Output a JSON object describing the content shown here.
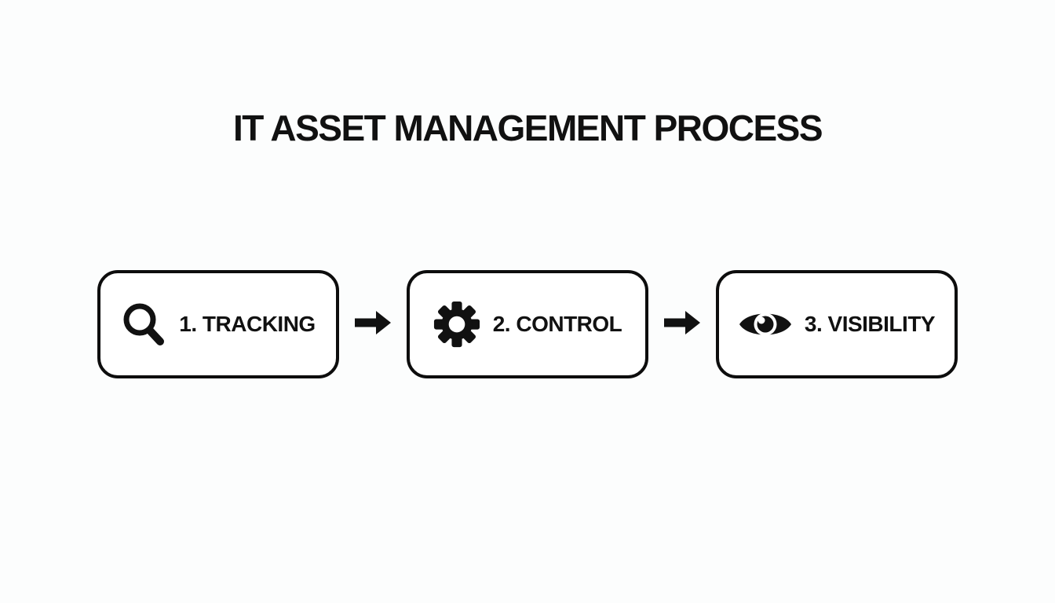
{
  "title": "IT ASSET MANAGEMENT PROCESS",
  "steps": [
    {
      "label": "1. TRACKING",
      "icon": "search-icon"
    },
    {
      "label": "2. CONTROL",
      "icon": "gear-icon"
    },
    {
      "label": "3. VISIBILITY",
      "icon": "eye-icon"
    }
  ],
  "connector_icon": "arrow-right-icon",
  "colors": {
    "ink": "#111111",
    "box_border": "#0d0d0d",
    "box_fill": "#ffffff",
    "background": "#fcfdfd"
  }
}
